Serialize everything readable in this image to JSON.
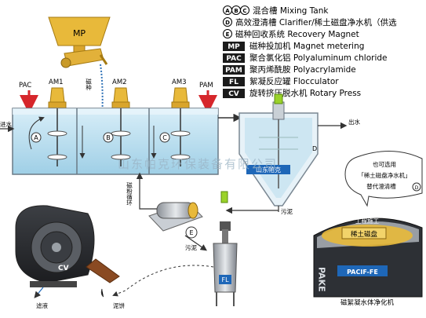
{
  "legend": [
    {
      "code": "ABC",
      "text": "混合槽 Mixing Tank",
      "style": "circle"
    },
    {
      "code": "D",
      "text": "高效澄清槽 Clarifier/稀土磁盘净水机（供选",
      "style": "circle"
    },
    {
      "code": "E",
      "text": "磁种回收系统 Recovery Magnet",
      "style": "circle"
    },
    {
      "code": "MP",
      "text": "磁种投加机 Magnet metering",
      "style": "box"
    },
    {
      "code": "PAC",
      "text": "聚合氯化铝 Polyaluminum chloride",
      "style": "box"
    },
    {
      "code": "PAM",
      "text": "聚丙烯酰胺 Polyacrylamide",
      "style": "box"
    },
    {
      "code": "FL",
      "text": "絮凝反应罐 Flocculator",
      "style": "box"
    },
    {
      "code": "CV",
      "text": "旋转挤压脱水机 Rotary Press",
      "style": "box"
    }
  ],
  "labels": {
    "mp": "MP",
    "pac": "PAC",
    "pam": "PAM",
    "am1": "AM1",
    "am2": "AM2",
    "am3": "AM3",
    "inlet": "进水",
    "outlet": "出水",
    "magnet_feed": "磁种",
    "magnet_cycle": "磁粉循环",
    "sludge1": "污泥",
    "sludge2": "污泥",
    "filtrate": "滤液",
    "cake": "泥饼",
    "tank_a": "A",
    "tank_b": "B",
    "tank_c": "C",
    "tank_d": "D",
    "tank_e": "E",
    "fl": "FL",
    "cv": "CV",
    "watermark": "山东帕克环保装备有限公司",
    "badge": "山东帕克",
    "bubble_line1": "也可选用",
    "bubble_line2": "「稀土磁盘净水机」",
    "bubble_line3": "替代澄清槽",
    "bubble_badge": "D",
    "machine_sign": "稀土磁盘",
    "machine_sign_top": "工程施工",
    "machine_brand": "PACIF-FE",
    "machine_side": "PAKE",
    "machine_caption": "磁絮凝水体净化机"
  },
  "colors": {
    "accent_blue": "#1e67b8",
    "water": "#bfe1f0",
    "motor_yellow": "#e8b93a",
    "red_arrow": "#d6262b",
    "pipe": "#3a3a3a"
  }
}
